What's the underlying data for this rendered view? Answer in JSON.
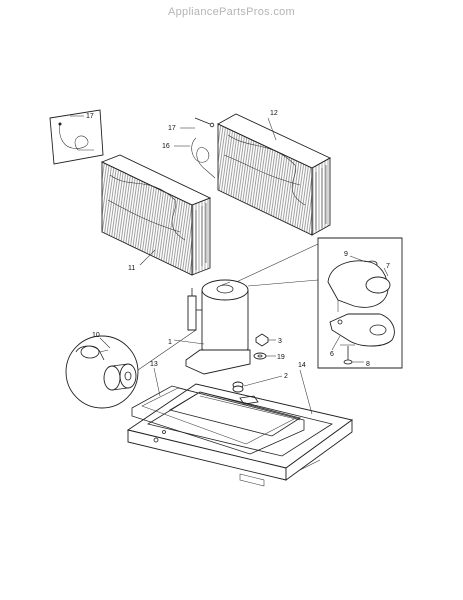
{
  "header": {
    "watermark": "AppliancePartsPros.com"
  },
  "callouts": {
    "c1": "1",
    "c2": "2",
    "c3": "3",
    "c6": "6",
    "c7": "7",
    "c8": "8",
    "c9": "9",
    "c10": "10",
    "c11": "11",
    "c12": "12",
    "c13": "13",
    "c14": "14",
    "c16": "16",
    "c17a": "17",
    "c17b": "17",
    "c19": "19"
  }
}
